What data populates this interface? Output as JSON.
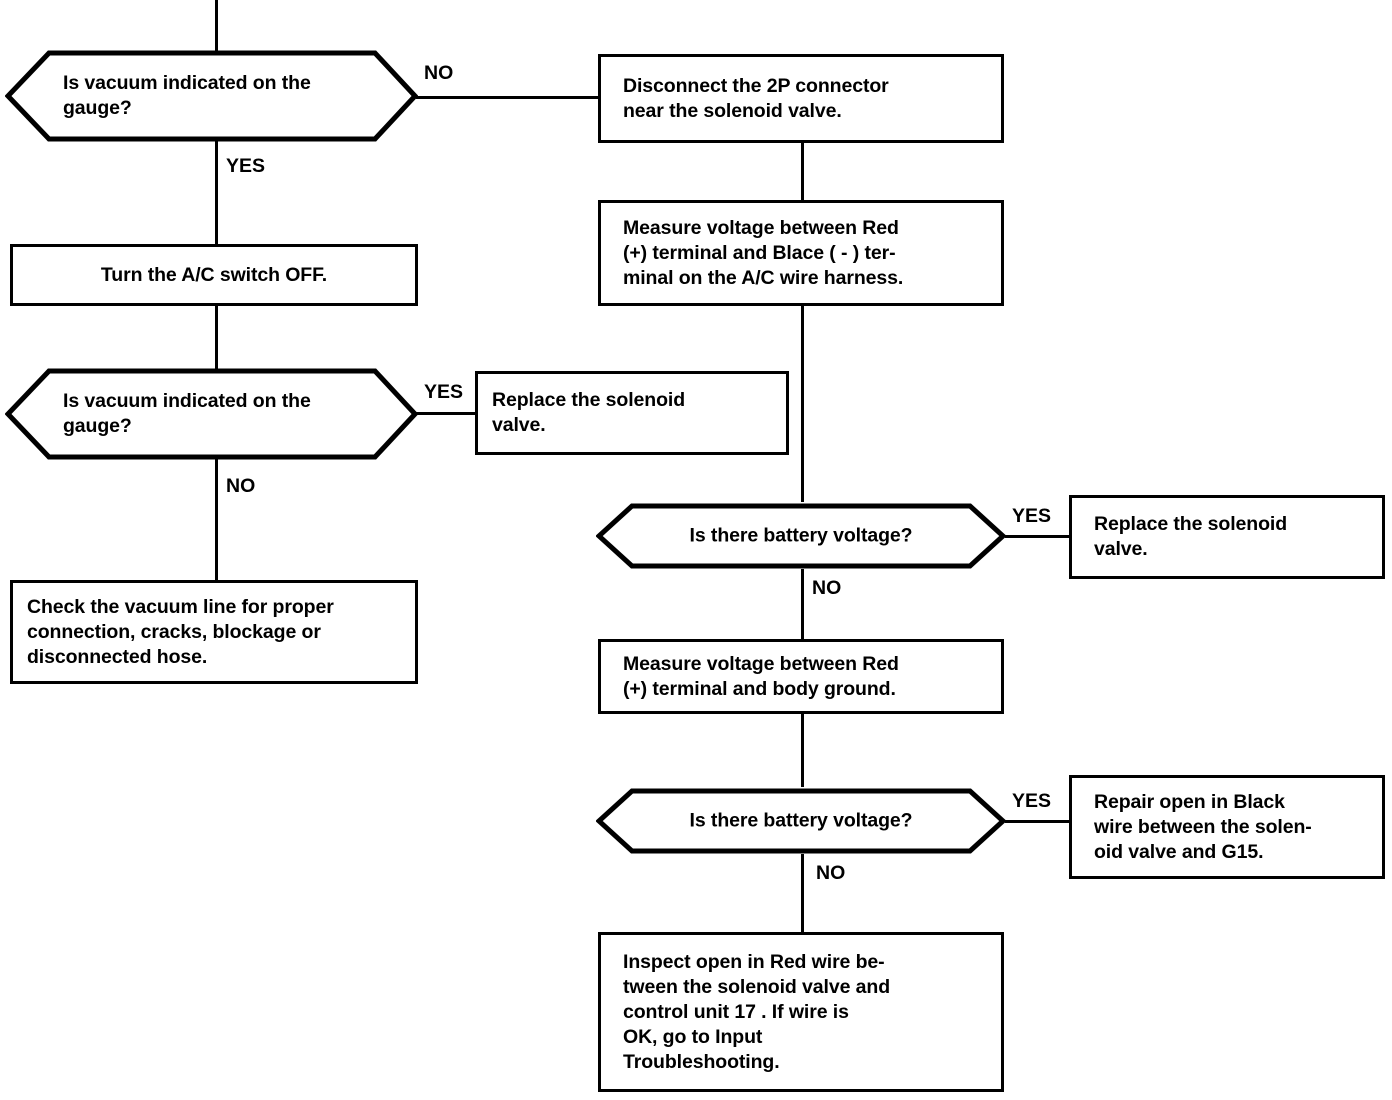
{
  "diagram": {
    "title": "A/C vacuum solenoid valve troubleshooting flowchart",
    "ink_color": "#000000",
    "background_color": "#ffffff"
  },
  "nodes": {
    "decision_vacuum_1": "Is vacuum indicated on the\ngauge?",
    "process_disconnect_2p": "Disconnect the 2P connector\nnear the solenoid valve.",
    "process_turn_ac_off": "Turn the A/C switch OFF.",
    "process_measure_red_black": "Measure voltage between Red\n(+) terminal and Blace ( - ) ter-\nminal on the A/C wire harness.",
    "decision_vacuum_2": "Is vacuum indicated on the\ngauge?",
    "process_replace_solenoid_left": "Replace   the   solenoid\nvalve.",
    "decision_battery_voltage_1": "Is there battery voltage?",
    "process_replace_solenoid_right": "Replace the solenoid\nvalve.",
    "process_check_vacuum_line": "Check the vacuum line for proper\nconnection, cracks, blockage or\ndisconnected hose.",
    "process_measure_red_ground": "Measure voltage between Red\n(+) terminal and body ground.",
    "decision_battery_voltage_2": "Is there battery voltage?",
    "process_repair_black_wire": "Repair  open  in  Black\nwire between the solen-\noid valve and G15.",
    "process_inspect_red_wire": "Inspect open in Red wire be-\ntween the solenoid valve and\ncontrol unit  17  .  If wire is\nOK,         go         to    Input\nTroubleshooting."
  },
  "edge_labels": {
    "vacuum1_no": "NO",
    "vacuum1_yes": "YES",
    "vacuum2_yes": "YES",
    "vacuum2_no": "NO",
    "battery1_yes": "YES",
    "battery1_no": "NO",
    "battery2_yes": "YES",
    "battery2_no": "NO"
  }
}
